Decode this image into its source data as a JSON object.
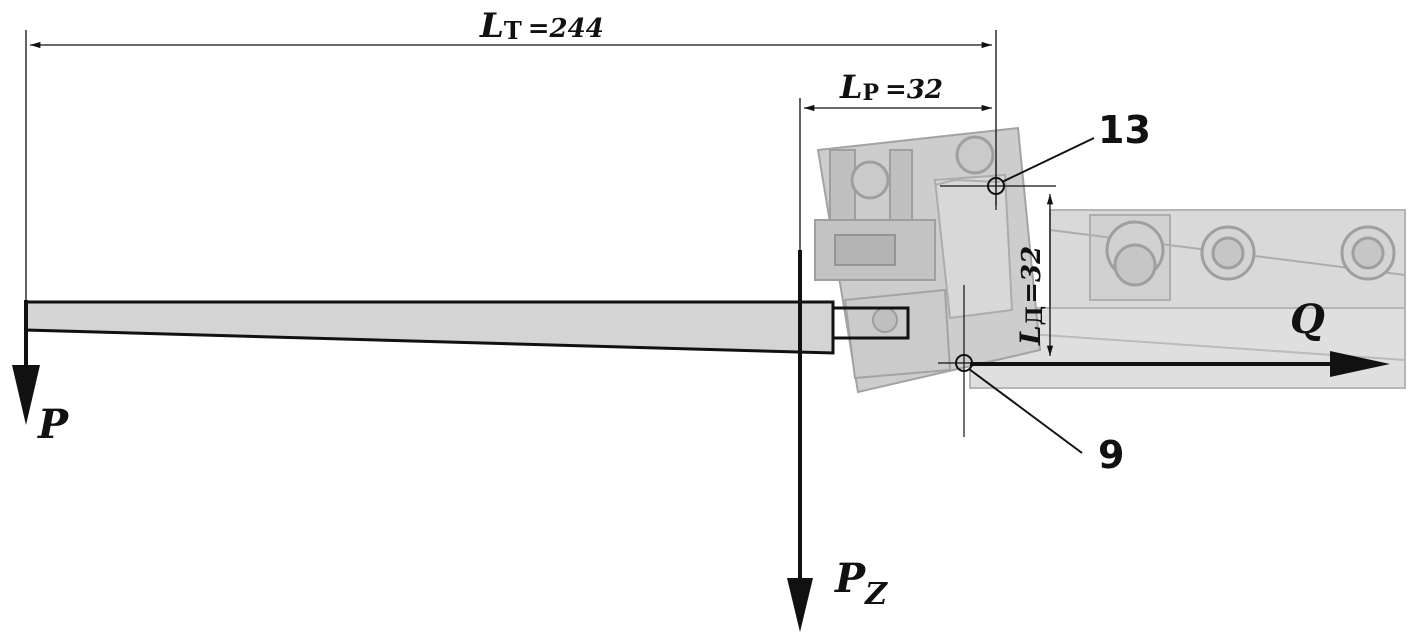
{
  "dimensions": {
    "lt": {
      "letter": "L",
      "sub": "Т",
      "value": "=244"
    },
    "lp": {
      "letter": "L",
      "sub": "P",
      "value": "=32"
    },
    "ld": {
      "letter": "L",
      "sub": "Д",
      "value": "=32"
    }
  },
  "forces": {
    "p": "P",
    "pz": {
      "letter": "P",
      "sub": "Z"
    },
    "q": "Q"
  },
  "callouts": {
    "c13": "13",
    "c9": "9"
  }
}
